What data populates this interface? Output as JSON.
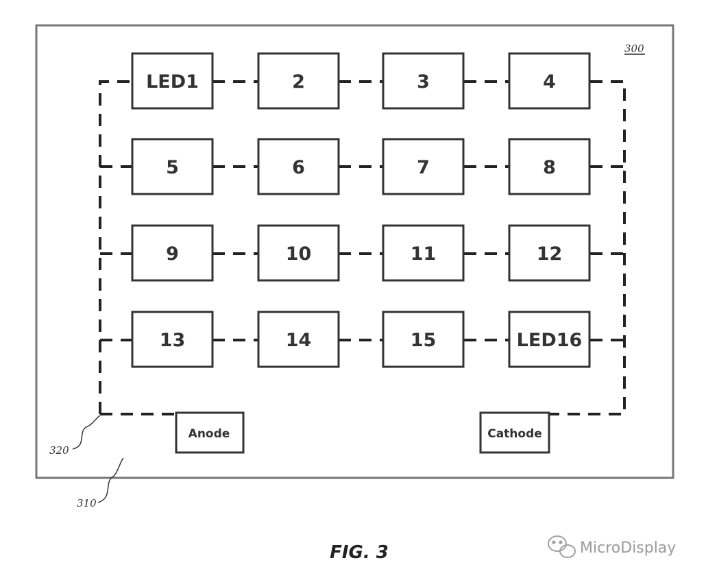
{
  "figure": {
    "ref_number": "300",
    "leds": [
      "LED1",
      "2",
      "3",
      "4",
      "5",
      "6",
      "7",
      "8",
      "9",
      "10",
      "11",
      "12",
      "13",
      "14",
      "15",
      "LED16"
    ],
    "anode_label": "Anode",
    "cathode_label": "Cathode",
    "wiring_ref": "320",
    "substrate_ref": "310",
    "caption": "FIG. 3"
  },
  "watermark": {
    "text": "MicroDisplay",
    "icon": "wechat-icon"
  }
}
